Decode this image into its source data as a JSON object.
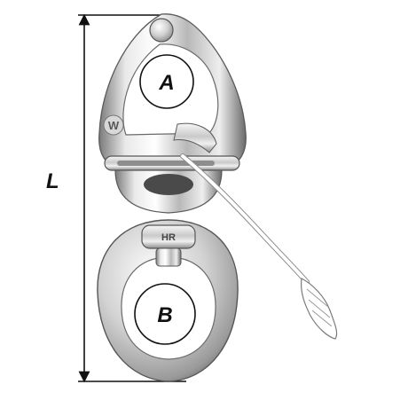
{
  "diagram": {
    "dimension_length_label": "L",
    "opening_a_label": "A",
    "opening_b_label": "B",
    "brand_mark": "W",
    "bail_engraving": "HR",
    "icons": {
      "shackle": "snap-shackle-illustration",
      "lanyard": "trip-lanyard-cord",
      "dimension": "double-headed-arrow"
    },
    "colors": {
      "steel_light": "#f2f2f2",
      "steel_mid": "#bdbdbd",
      "steel_dark": "#6f6f6f",
      "line": "#1a1a1a",
      "cord": "#ffffff"
    }
  }
}
